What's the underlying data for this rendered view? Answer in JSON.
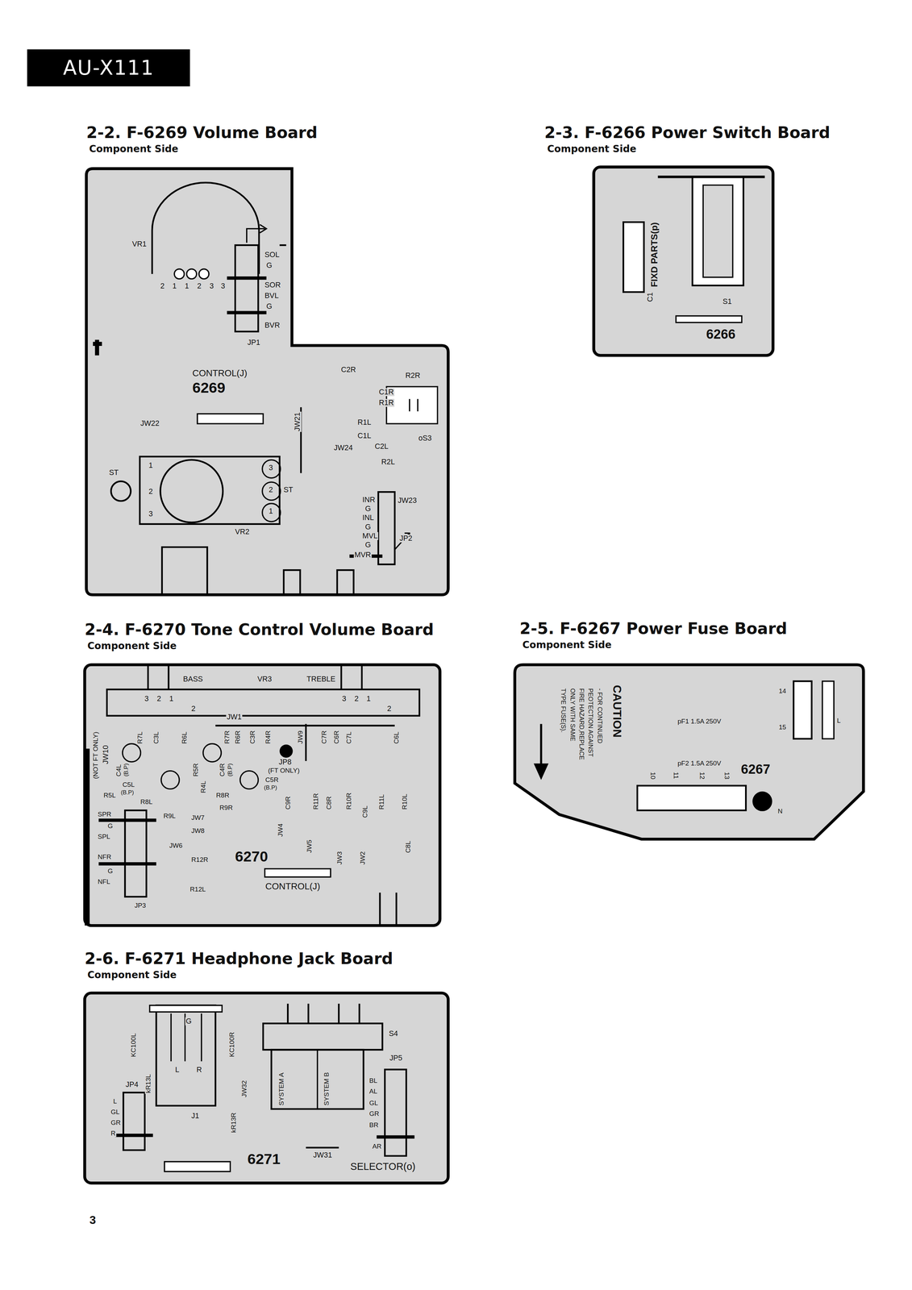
{
  "diagram": {
    "title": "AU-X111",
    "nodes": [
      {
        "text": [
          "2-2. F-6269 Volume Board",
          "Component Side"
        ]
      },
      {
        "text": [
          "2-3. F-6266 Power Switch Board",
          "Component Side"
        ]
      },
      {
        "text": [
          "2-4. F-6270 Tone Control Volume Board",
          "Component Side"
        ]
      },
      {
        "text": [
          "2-5. F-6267 Power Fuse Board",
          "Component Side"
        ]
      },
      {
        "text": [
          "2-6. F-6271 Headphone Jack Board",
          "Component Side"
        ]
      }
    ],
    "labels": [
      "VR1",
      "SOL",
      "G",
      "2",
      "1",
      "1",
      "2",
      "3",
      "3",
      "SOR",
      "BVL",
      "G",
      "BVR",
      "JP1",
      "CONTROL(J)",
      "6269",
      "C2R",
      "R2R",
      "C1R",
      "R1R",
      "JW21",
      "JW22",
      "R1L",
      "C1L",
      "JW24",
      "C2L",
      "oS3",
      "R2L",
      "ST",
      "1",
      "2",
      "3",
      "3",
      "2",
      "1",
      "ST",
      "VR2",
      "INR",
      "G",
      "INL",
      "G",
      "MVL",
      "G",
      "MVR",
      "JW23",
      "JP2",
      "FIXD PARTS(p)",
      "C1",
      "S1",
      "6266",
      "BASS",
      "VR3",
      "TREBLE",
      "3",
      "2",
      "1",
      "2",
      "3",
      "2",
      "1",
      "2",
      "JW1",
      "(NOT FT ONLY)",
      "JW10",
      "R7L",
      "C3L",
      "R6L",
      "R5R",
      "C4R",
      "R7R",
      "R6R",
      "C3R",
      "R4R",
      "JW9",
      "JP8",
      "(FT ONLY)",
      "C7R",
      "C6R",
      "C7L",
      "C6L",
      "C4L",
      "(B.P)",
      "C5L",
      "(B.P)",
      "R5L",
      "R8L",
      "R4L",
      "(B.P)",
      "C5R",
      "(B.P)",
      "R8R",
      "R9R",
      "C9R",
      "R11R",
      "C8R",
      "R10R",
      "C9L",
      "R11L",
      "R10L",
      "R9L",
      "JW7",
      "JW8",
      "JW4",
      "JW5",
      "JW3",
      "JW2",
      "C8L",
      "SPR",
      "G",
      "SPL",
      "JW6",
      "NFR",
      "G",
      "NFL",
      "R12R",
      "6270",
      "R12L",
      "CONTROL(J)",
      "JP3",
      "CAUTION",
      "- FOR CONTINUED",
      "PEOTECTION AGAINST",
      "FIRE HAZARD,REPLACE",
      "ONLY WITH SAME",
      "TYPE FUSE(S).",
      "pF1  1.5A 250V",
      "pF2  1.5A 250V",
      "14",
      "15",
      "10",
      "11",
      "12",
      "13",
      "6267",
      "L",
      "N",
      "KC100L",
      "kR13L",
      "G",
      "L",
      "R",
      "KC100R",
      "JW32",
      "SYSTEM A",
      "SYSTEM B",
      "kR13R",
      "JP4",
      "L",
      "GL",
      "GR",
      "R",
      "J1",
      "S4",
      "JP5",
      "BL",
      "AL",
      "GL",
      "GR",
      "BR",
      "AR",
      "JW31",
      "6271",
      "SELECTOR(o)",
      "3"
    ]
  }
}
